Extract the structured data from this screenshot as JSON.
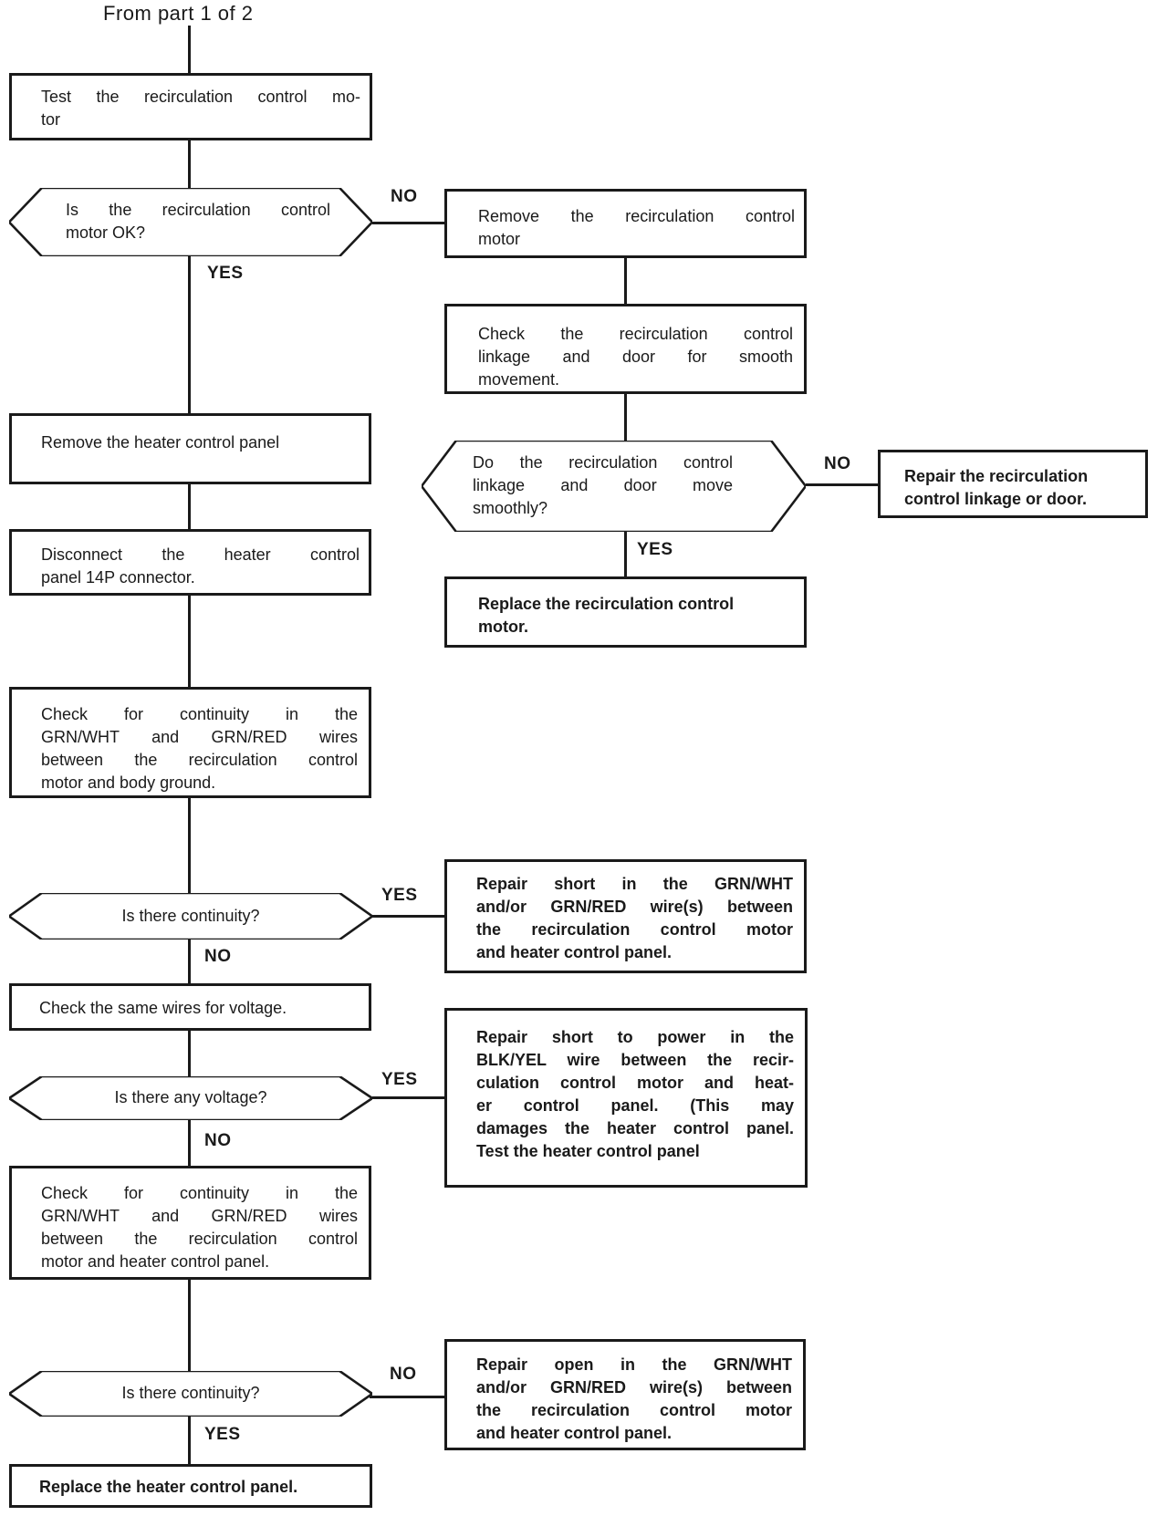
{
  "title": "From part 1 of 2",
  "flowchart": {
    "nodes": {
      "test_motor": {
        "lines": [
          "Test the recirculation control mo-",
          "tor"
        ]
      },
      "motor_ok": {
        "lines": [
          "Is the recirculation control",
          "motor OK?"
        ]
      },
      "remove_motor": {
        "lines": [
          "Remove the recirculation control",
          "motor"
        ]
      },
      "check_linkage": {
        "lines": [
          "Check the recirculation control",
          "linkage and door for smooth",
          "movement."
        ]
      },
      "remove_panel": {
        "lines": [
          "Remove the heater control panel"
        ]
      },
      "linkage_smooth": {
        "lines": [
          "Do the recirculation control",
          "linkage and door move",
          "smoothly?"
        ]
      },
      "repair_linkage": {
        "lines": [
          "Repair the recirculation",
          "control linkage or door."
        ]
      },
      "replace_motor": {
        "lines": [
          "Replace the recirculation control",
          "motor."
        ]
      },
      "disconnect_connector": {
        "lines": [
          "Disconnect the heater control",
          "panel 14P connector."
        ]
      },
      "check_continuity_ground": {
        "lines": [
          "Check for continuity in the",
          "GRN/WHT and GRN/RED wires",
          "between the recirculation control",
          "motor and body ground."
        ]
      },
      "continuity_ground": {
        "lines": [
          "Is there continuity?"
        ]
      },
      "repair_short_ground": {
        "lines": [
          "Repair short in the GRN/WHT",
          "and/or GRN/RED wire(s) between",
          "the recirculation control motor",
          "and heater control panel."
        ]
      },
      "check_voltage": {
        "lines": [
          "Check the same wires for voltage."
        ]
      },
      "any_voltage": {
        "lines": [
          "Is there any voltage?"
        ]
      },
      "repair_short_power": {
        "lines": [
          "Repair short to power in the",
          "BLK/YEL wire between the recir-",
          "culation control motor and heat-",
          "er control panel. (This may",
          "damages the heater control panel.",
          "Test the heater control panel"
        ]
      },
      "check_continuity_panel": {
        "lines": [
          "Check for continuity in the",
          "GRN/WHT and GRN/RED wires",
          "between the recirculation control",
          "motor and heater control panel."
        ]
      },
      "continuity_panel": {
        "lines": [
          "Is there continuity?"
        ]
      },
      "repair_open": {
        "lines": [
          "Repair open in the GRN/WHT",
          "and/or GRN/RED wire(s) between",
          "the recirculation control motor",
          "and heater control panel."
        ]
      },
      "replace_panel": {
        "lines": [
          "Replace the heater control panel."
        ]
      }
    },
    "edge_labels": {
      "motor_ok_no": "NO",
      "motor_ok_yes": "YES",
      "linkage_no": "NO",
      "linkage_yes": "YES",
      "continuity_ground_yes": "YES",
      "continuity_ground_no": "NO",
      "voltage_yes": "YES",
      "voltage_no": "NO",
      "continuity_panel_no": "NO",
      "continuity_panel_yes": "YES"
    },
    "ink_color": "#1a1a1a",
    "background_color": "#ffffff"
  }
}
